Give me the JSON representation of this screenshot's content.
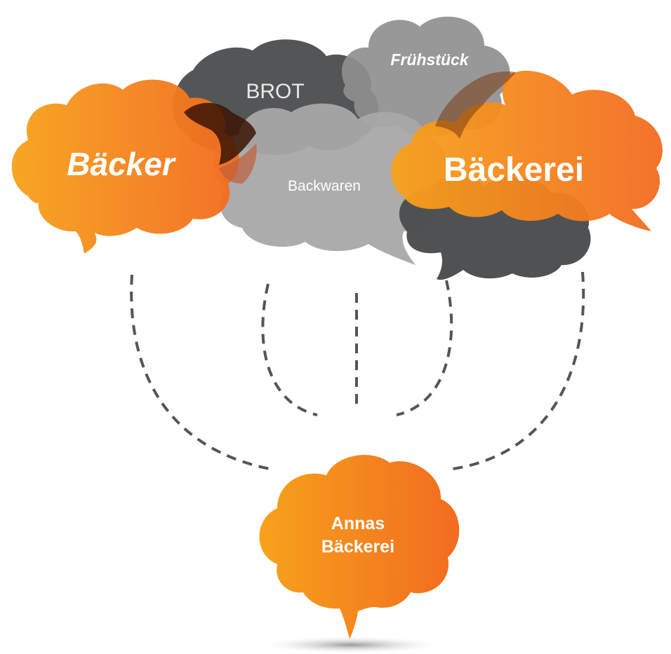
{
  "diagram": {
    "clouds": {
      "brot": "BROT",
      "fruehstueck": "Frühstück",
      "baecker": "Bäcker",
      "backwaren": "Backwaren",
      "baeckerei": "Bäckerei",
      "annas_line1": "Annas",
      "annas_line2": "Bäckerei"
    },
    "colors": {
      "orange_start": "#F7A21B",
      "orange_end": "#F26B21",
      "dark_gray": "#4d4e50",
      "mid_gray": "#8f8f8f",
      "light_gray": "#a8a8a8",
      "dash": "#555555"
    }
  }
}
